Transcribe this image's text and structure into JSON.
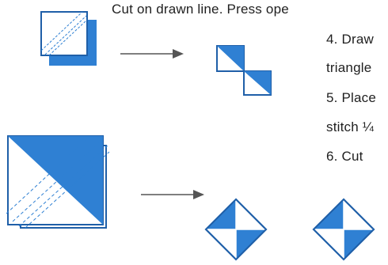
{
  "text": {
    "line_top": "Cut on drawn line.  Press ope",
    "step4": "4.  Draw",
    "step4_cont": "triangle",
    "step5": "5. Place",
    "step5_cont": "stitch ¼",
    "step6": "6.  Cut"
  },
  "colors": {
    "blue": "#2f80d3",
    "outline": "#1f5fa8",
    "arrow": "#555555",
    "text": "#1f1f1f"
  },
  "icons": [
    "square-fabric-icon",
    "arrow-right-icon",
    "half-square-triangle-pair-icon",
    "layered-square-icon",
    "diamond-block-icon"
  ]
}
